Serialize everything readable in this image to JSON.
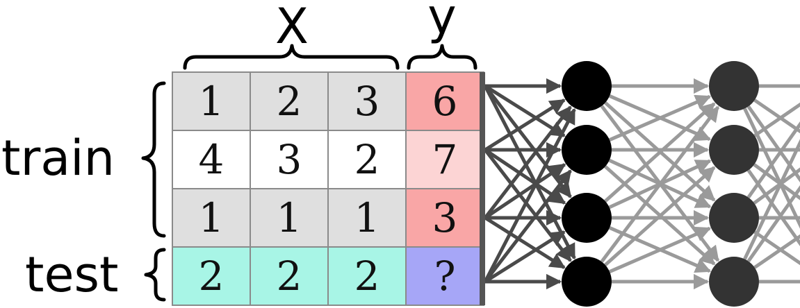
{
  "labels": {
    "x_header": "X",
    "y_header": "y",
    "train": "train",
    "test": "test"
  },
  "table": {
    "rows": [
      {
        "x": [
          "1",
          "2",
          "3"
        ],
        "y": "6"
      },
      {
        "x": [
          "4",
          "3",
          "2"
        ],
        "y": "7"
      },
      {
        "x": [
          "1",
          "1",
          "1"
        ],
        "y": "3"
      },
      {
        "x": [
          "2",
          "2",
          "2"
        ],
        "y": "?"
      }
    ]
  },
  "colors": {
    "train_x_shaded": "#dfdfdf",
    "train_x_plain": "#ffffff",
    "train_y_dark": "#f9a6a6",
    "train_y_light": "#fcd4d4",
    "test_x": "#a8f5e6",
    "test_y": "#a6a6f7",
    "grid_line": "#8a8a8a",
    "layer1_node": "#000000",
    "layer2_node": "#333333",
    "edges_input": "#4a4a4a",
    "edges_hidden": "#9a9a9a"
  },
  "network": {
    "layers": [
      {
        "nodes": 4
      },
      {
        "nodes": 4
      }
    ]
  }
}
